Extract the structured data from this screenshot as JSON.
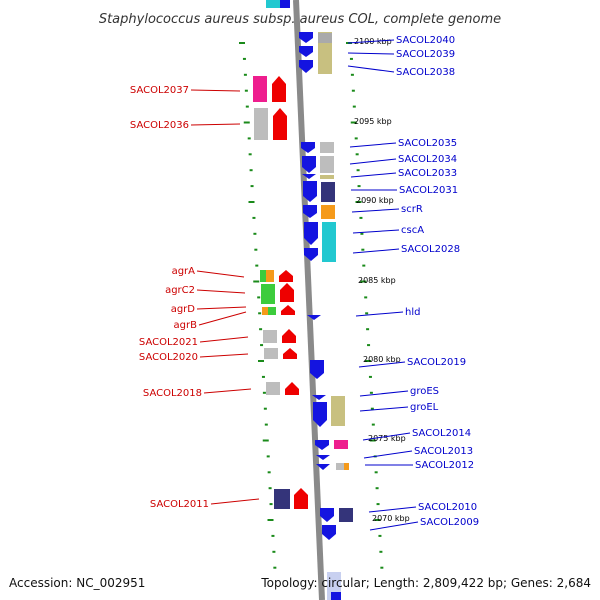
{
  "title": "Staphylococcus aureus subsp. aureus COL, complete genome",
  "footer": {
    "accession": "Accession: NC_002951",
    "topology": "Topology: circular; Length: 2,809,422 bp; Genes: 2,684"
  },
  "colors": {
    "forward_label": "#cc0000",
    "reverse_label": "#0000cc",
    "tick": "#1a8a1a",
    "backbone": "#8a8a8a",
    "blue": "#1414e0",
    "red": "#ee0000",
    "gray": "#bdbdbd",
    "khaki": "#c8c080",
    "navy": "#34347a",
    "magenta": "#ee1e8e",
    "green": "#3ccc3c",
    "orange": "#f59a1a",
    "cyan": "#22c8d0"
  },
  "position_labels": [
    "2100 kbp",
    "2095 kbp",
    "2090 kbp",
    "2085 kbp",
    "2080 kbp",
    "2075 kbp",
    "2070 kbp"
  ],
  "left_labels": [
    "SACOL2037",
    "SACOL2036",
    "agrA",
    "agrC2",
    "agrD",
    "agrB",
    "SACOL2021",
    "SACOL2020",
    "SACOL2018",
    "SACOL2011"
  ],
  "right_labels": [
    "SACOL2040",
    "SACOL2039",
    "SACOL2038",
    "SACOL2035",
    "SACOL2034",
    "SACOL2033",
    "SACOL2031",
    "scrR",
    "cscA",
    "SACOL2028",
    "hld",
    "SACOL2019",
    "groES",
    "groEL",
    "SACOL2014",
    "SACOL2013",
    "SACOL2012",
    "SACOL2010",
    "SACOL2009"
  ]
}
